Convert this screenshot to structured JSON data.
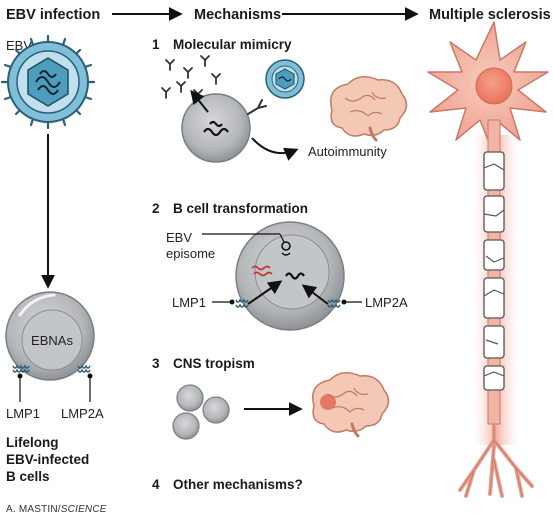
{
  "headers": {
    "ebv_infection": "EBV infection",
    "mechanisms": "Mechanisms",
    "multiple_sclerosis": "Multiple sclerosis"
  },
  "left_column": {
    "virus_label": "EBV",
    "cell_label": "EBNAs",
    "lmp1_label": "LMP1",
    "lmp2a_label": "LMP2A",
    "caption_lines": [
      "Lifelong",
      "EBV-infected",
      "B cells"
    ]
  },
  "mechanisms": [
    {
      "number": "1",
      "title": "Molecular mimicry",
      "note": "Autoimmunity"
    },
    {
      "number": "2",
      "title": "B cell transformation",
      "episome_lines": [
        "EBV",
        "episome"
      ],
      "lmp1_label": "LMP1",
      "lmp2a_label": "LMP2A"
    },
    {
      "number": "3",
      "title": "CNS tropism"
    },
    {
      "number": "4",
      "title": "Other mechanisms?"
    }
  ],
  "credit": {
    "author": "A. MASTIN/",
    "source": "SCIENCE"
  },
  "colors": {
    "virus_blue": "#5da9c9",
    "virus_dark": "#2b5f78",
    "cell_gray": "#a9acb0",
    "brain_pink": "#f3c9b6",
    "neuron_pink": "#f2b4a3",
    "inflammation": "#e35a48"
  }
}
